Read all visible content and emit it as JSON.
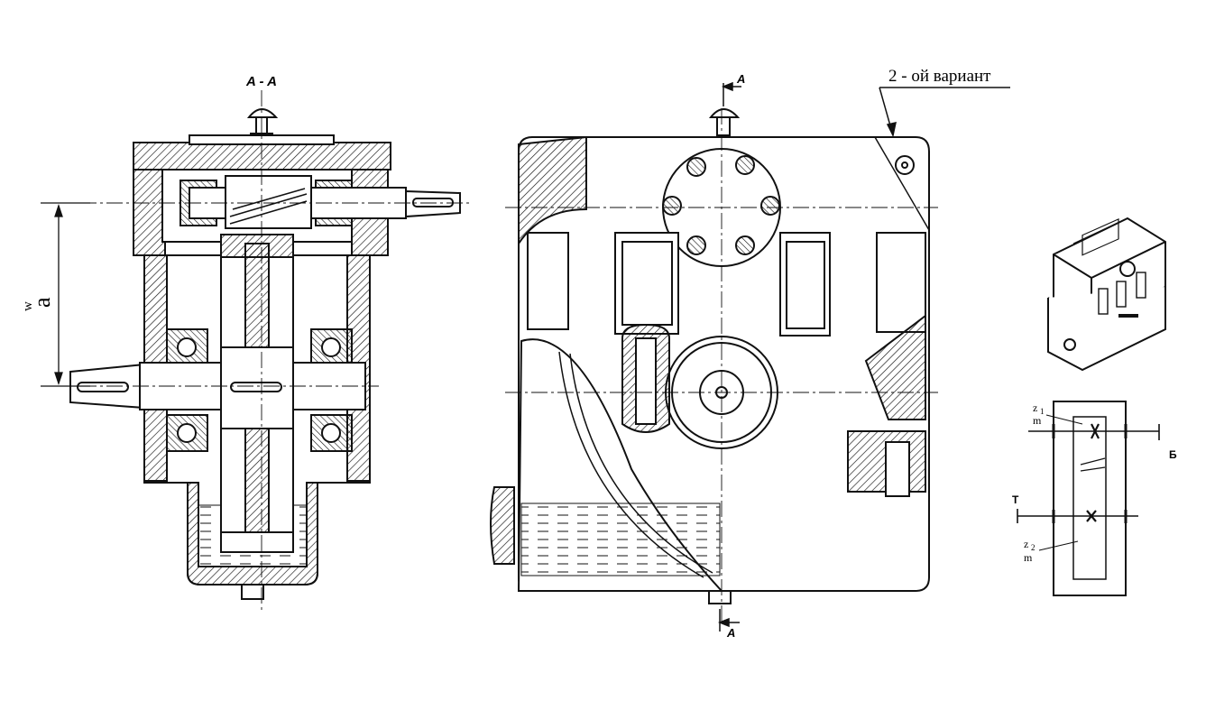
{
  "section_view": {
    "title": "A - A",
    "center_distance_symbol": "a",
    "center_distance_subscript": "w"
  },
  "front_view": {
    "cut_mark_top": "A",
    "cut_mark_bottom": "A",
    "variant_callout": "2 - ой вариант"
  },
  "kinematic_scheme": {
    "gear1_label": "z",
    "gear1_index": "1",
    "gear1_module": "m",
    "gear2_label": "z",
    "gear2_index": "2",
    "gear2_module": "m",
    "fast_shaft_label": "Б",
    "slow_shaft_label": "Т"
  },
  "colors": {
    "ink": "#111111",
    "oil_fill": "#ffffff",
    "background": "#ffffff"
  }
}
